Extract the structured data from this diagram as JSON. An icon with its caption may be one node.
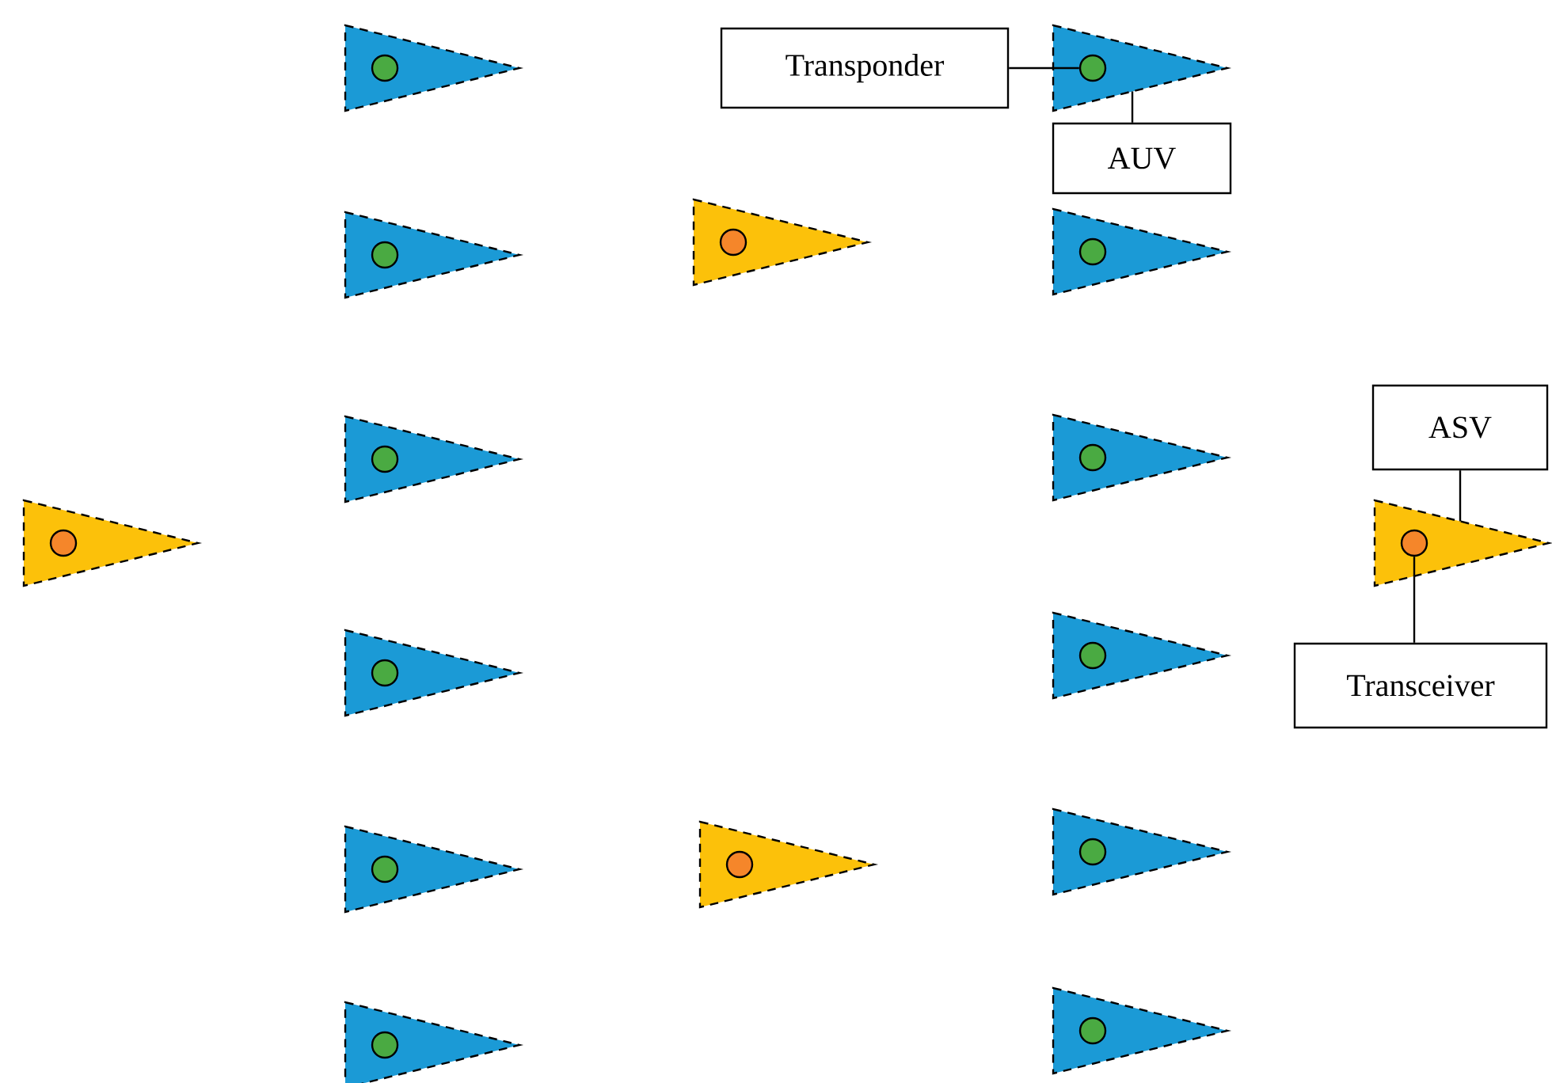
{
  "diagram": {
    "nodes": [
      {
        "text": [
          "Transponder"
        ]
      },
      {
        "text": [
          "AUV"
        ]
      },
      {
        "text": [
          "ASV"
        ]
      },
      {
        "text": [
          "Transceiver"
        ]
      },
      {
        "text": [],
        "shape": "triangle"
      },
      {
        "text": [],
        "shape": "circle",
        "in": 4
      },
      {
        "text": [],
        "shape": "triangle"
      },
      {
        "text": [],
        "shape": "circle",
        "in": 6
      },
      {
        "text": [],
        "shape": "triangle"
      },
      {
        "text": [],
        "shape": "circle",
        "in": 8
      },
      {
        "text": [],
        "shape": "triangle"
      },
      {
        "text": [],
        "shape": "circle",
        "in": 10
      },
      {
        "text": [],
        "shape": "triangle"
      },
      {
        "text": [],
        "shape": "circle",
        "in": 12
      },
      {
        "text": [],
        "shape": "triangle"
      },
      {
        "text": [],
        "shape": "circle",
        "in": 14
      },
      {
        "text": [],
        "shape": "triangle"
      },
      {
        "text": [],
        "shape": "circle",
        "in": 16
      },
      {
        "text": [],
        "shape": "triangle"
      },
      {
        "text": [],
        "shape": "circle",
        "in": 18
      },
      {
        "text": [],
        "shape": "triangle"
      },
      {
        "text": [],
        "shape": "circle",
        "in": 20
      },
      {
        "text": [],
        "shape": "triangle"
      },
      {
        "text": [],
        "shape": "circle",
        "in": 22
      },
      {
        "text": [],
        "shape": "triangle"
      },
      {
        "text": [],
        "shape": "circle",
        "in": 24
      },
      {
        "text": [],
        "shape": "triangle"
      },
      {
        "text": [],
        "shape": "circle",
        "in": 26
      },
      {
        "text": [],
        "shape": "triangle"
      },
      {
        "text": [],
        "shape": "circle",
        "in": 28
      },
      {
        "text": [],
        "shape": "triangle"
      },
      {
        "text": [],
        "shape": "circle",
        "in": 30
      },
      {
        "text": [],
        "shape": "triangle"
      },
      {
        "text": [],
        "shape": "circle",
        "in": 32
      },
      {
        "text": [],
        "shape": "triangle"
      },
      {
        "text": [],
        "shape": "circle",
        "in": 34
      }
    ],
    "edges": [
      {
        "from": 0,
        "to": 23,
        "arrow": "none"
      },
      {
        "from": 1,
        "to": 22,
        "arrow": "none"
      },
      {
        "from": 2,
        "to": 34,
        "arrow": "none"
      },
      {
        "from": 3,
        "to": 35,
        "arrow": "none"
      }
    ]
  }
}
